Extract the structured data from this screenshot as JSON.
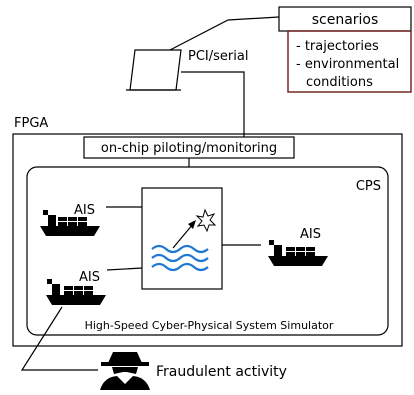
{
  "scenarios": {
    "title": "scenarios",
    "lines": [
      "- trajectories",
      "- environmental",
      "  conditions"
    ],
    "border_color": "#6b1a1a"
  },
  "link_label": "PCI/serial",
  "fpga_label": "FPGA",
  "piloting_label": "on-chip piloting/monitoring",
  "cps_label": "CPS",
  "ships": [
    {
      "label": "AIS"
    },
    {
      "label": "AIS"
    },
    {
      "label": "AIS"
    }
  ],
  "simulator_label": "High-Speed Cyber-Physical System Simulator",
  "fraud_label": "Fraudulent activity",
  "colors": {
    "ship": "#000000",
    "waves": "#1f77d4",
    "arrow": "#000000"
  },
  "icons": [
    "laptop-icon",
    "ship-icon",
    "ocean-waves-icon",
    "signal-burst-icon",
    "hacker-icon"
  ]
}
